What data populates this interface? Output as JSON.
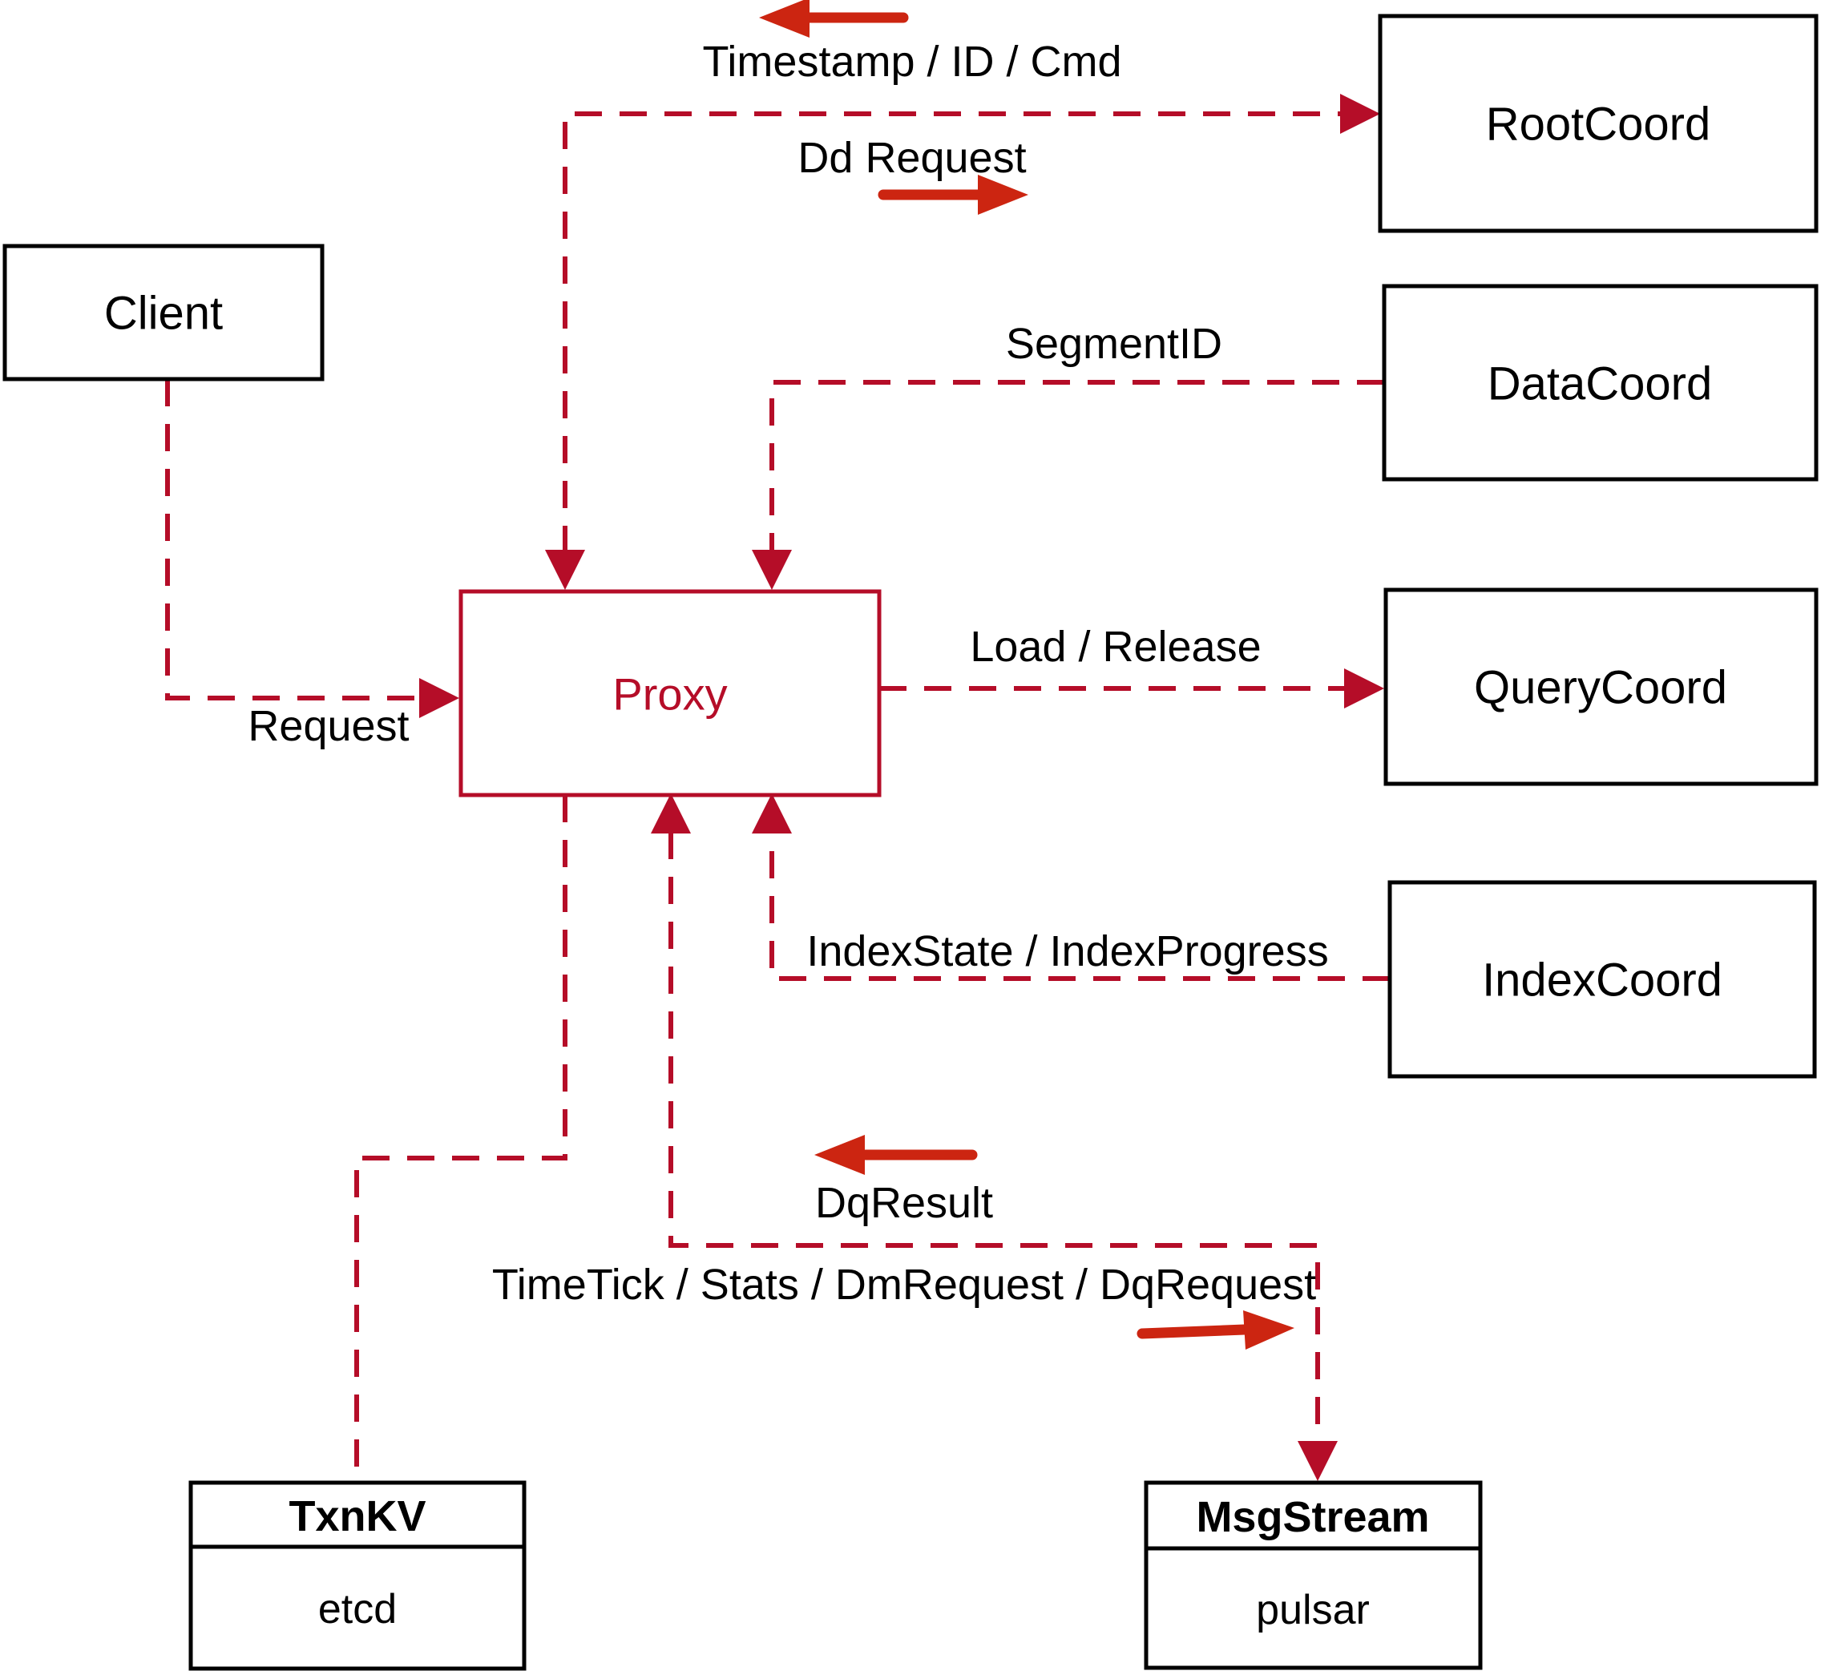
{
  "colors": {
    "dashed_line_red": "#b50d28",
    "solid_arrow_red": "#cc2511",
    "box_border": "#000000",
    "text_black": "#000000"
  },
  "nodes": {
    "client": {
      "label": "Client"
    },
    "root_coord": {
      "label": "RootCoord"
    },
    "data_coord": {
      "label": "DataCoord"
    },
    "query_coord": {
      "label": "QueryCoord"
    },
    "index_coord": {
      "label": "IndexCoord"
    },
    "proxy": {
      "label": "Proxy"
    },
    "txn_kv": {
      "title": "TxnKV",
      "impl": "etcd"
    },
    "msg_stream": {
      "title": "MsgStream",
      "impl": "pulsar"
    }
  },
  "edge_labels": {
    "timestamp_id_cmd": "Timestamp / ID / Cmd",
    "dd_request": "Dd Request",
    "segment_id": "SegmentID",
    "load_release": "Load / Release",
    "index_state_progress": "IndexState / IndexProgress",
    "dq_result": "DqResult",
    "time_tick_stats": "TimeTick / Stats / DmRequest / DqRequest",
    "request": "Request"
  }
}
